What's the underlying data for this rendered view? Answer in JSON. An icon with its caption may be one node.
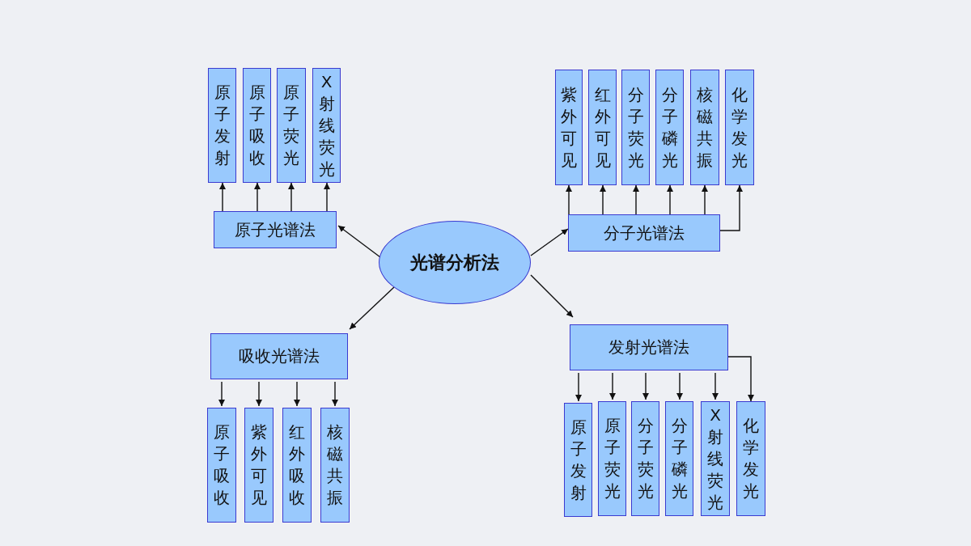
{
  "diagram": {
    "nodes": [
      {
        "text": [
          "光谱分析法"
        ]
      },
      {
        "text": [
          "原子光谱法"
        ]
      },
      {
        "text": [
          "原子发射"
        ]
      },
      {
        "text": [
          "原子吸收"
        ]
      },
      {
        "text": [
          "原子荧光"
        ]
      },
      {
        "text": [
          "X射线荧光"
        ]
      },
      {
        "text": [
          "分子光谱法"
        ]
      },
      {
        "text": [
          "紫外可见"
        ]
      },
      {
        "text": [
          "红外可见"
        ]
      },
      {
        "text": [
          "分子荧光"
        ]
      },
      {
        "text": [
          "分子磷光"
        ]
      },
      {
        "text": [
          "核磁共振"
        ]
      },
      {
        "text": [
          "化学发光"
        ]
      },
      {
        "text": [
          "吸收光谱法"
        ]
      },
      {
        "text": [
          "原子吸收"
        ]
      },
      {
        "text": [
          "紫外可见"
        ]
      },
      {
        "text": [
          "红外吸收"
        ]
      },
      {
        "text": [
          "核磁共振"
        ]
      },
      {
        "text": [
          "发射光谱法"
        ]
      },
      {
        "text": [
          "原子发射"
        ]
      },
      {
        "text": [
          "原子荧光"
        ]
      },
      {
        "text": [
          "分子荧光"
        ]
      },
      {
        "text": [
          "分子磷光"
        ]
      },
      {
        "text": [
          "X射线荧光"
        ]
      },
      {
        "text": [
          "化学发光"
        ]
      }
    ],
    "edges": [
      {
        "from": 0,
        "to": 1,
        "arrow": "to"
      },
      {
        "from": 0,
        "to": 6,
        "arrow": "to"
      },
      {
        "from": 0,
        "to": 13,
        "arrow": "to"
      },
      {
        "from": 0,
        "to": 18,
        "arrow": "to"
      },
      {
        "from": 1,
        "to": 2,
        "arrow": "to"
      },
      {
        "from": 1,
        "to": 3,
        "arrow": "to"
      },
      {
        "from": 1,
        "to": 4,
        "arrow": "to"
      },
      {
        "from": 1,
        "to": 5,
        "arrow": "to"
      },
      {
        "from": 6,
        "to": 7,
        "arrow": "to"
      },
      {
        "from": 6,
        "to": 8,
        "arrow": "to"
      },
      {
        "from": 6,
        "to": 9,
        "arrow": "to"
      },
      {
        "from": 6,
        "to": 10,
        "arrow": "to"
      },
      {
        "from": 6,
        "to": 11,
        "arrow": "to"
      },
      {
        "from": 6,
        "to": 12,
        "arrow": "to"
      },
      {
        "from": 13,
        "to": 14,
        "arrow": "to"
      },
      {
        "from": 13,
        "to": 15,
        "arrow": "to"
      },
      {
        "from": 13,
        "to": 16,
        "arrow": "to"
      },
      {
        "from": 13,
        "to": 17,
        "arrow": "to"
      },
      {
        "from": 18,
        "to": 19,
        "arrow": "to"
      },
      {
        "from": 18,
        "to": 20,
        "arrow": "to"
      },
      {
        "from": 18,
        "to": 21,
        "arrow": "to"
      },
      {
        "from": 18,
        "to": 22,
        "arrow": "to"
      },
      {
        "from": 18,
        "to": 23,
        "arrow": "to"
      },
      {
        "from": 18,
        "to": 24,
        "arrow": "to"
      }
    ]
  }
}
